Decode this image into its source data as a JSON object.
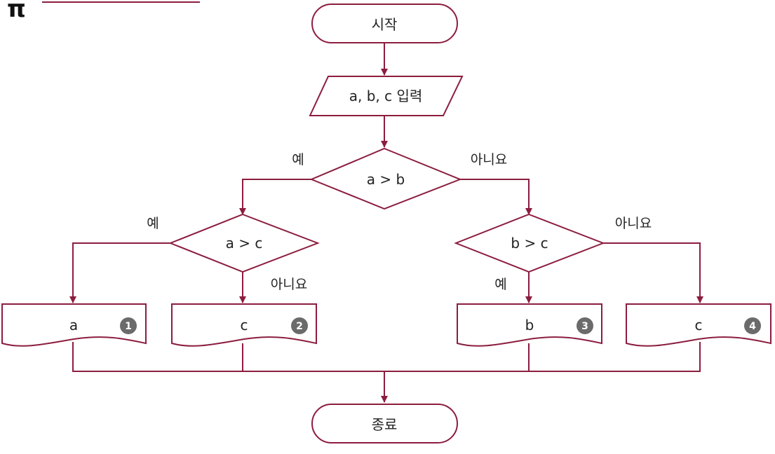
{
  "colors": {
    "line": "#8c1d3f",
    "badge": "#6b6b6b",
    "text": "#222222"
  },
  "corner_mark": "π",
  "nodes": {
    "start": "시작",
    "input": "a, b, c 입력",
    "decision_ab": "a > b",
    "decision_ac": "a > c",
    "decision_bc": "b > c",
    "output_1": "a",
    "output_2": "c",
    "output_3": "b",
    "output_4": "c",
    "end": "종료"
  },
  "badges": {
    "b1": "1",
    "b2": "2",
    "b3": "3",
    "b4": "4"
  },
  "edge_labels": {
    "ab_yes": "예",
    "ab_no": "아니요",
    "ac_yes": "예",
    "ac_no": "아니요",
    "bc_yes": "예",
    "bc_no": "아니요"
  }
}
